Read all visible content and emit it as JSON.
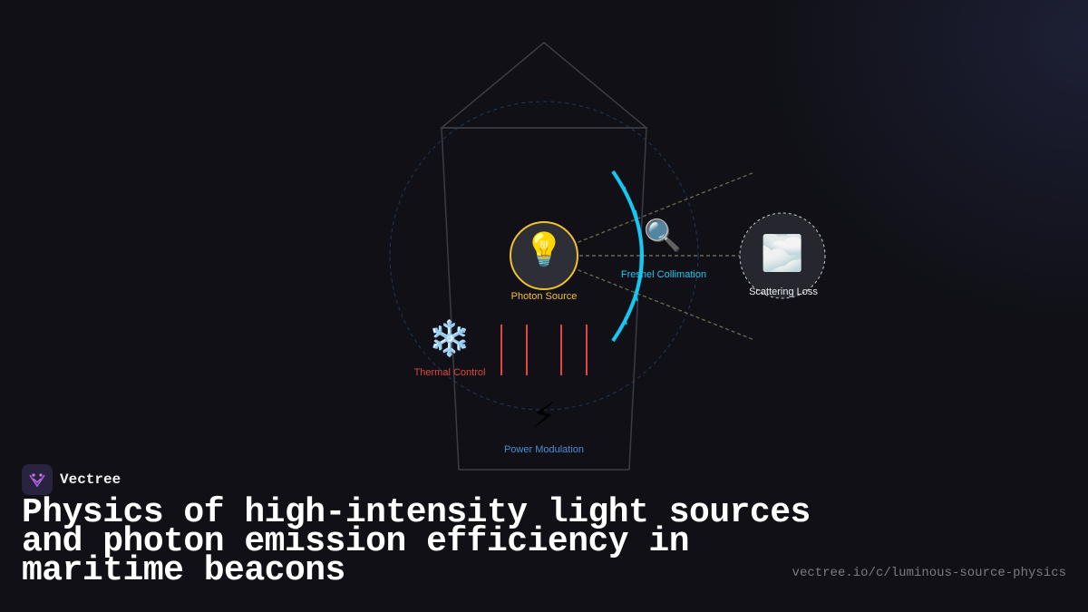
{
  "diagram": {
    "nodes": {
      "photon_source": {
        "label": "Photon Source",
        "icon": "light-bulb-icon",
        "glyph": "💡",
        "color": "#f2c12e"
      },
      "fresnel": {
        "label": "Fresnel Collimation",
        "icon": "magnifier-icon",
        "glyph": "🔍",
        "color": "#1ec8f0"
      },
      "scattering": {
        "label": "Scattering Loss",
        "icon": "fog-icon",
        "glyph": "🌫️",
        "color": "#e8e8ee"
      },
      "thermal": {
        "label": "Thermal Control",
        "icon": "snowflake-icon",
        "glyph": "❄️",
        "color": "#e0473e"
      },
      "power": {
        "label": "Power Modulation",
        "icon": "lightning-icon",
        "glyph": "⚡",
        "color": "#4a8fd8"
      }
    }
  },
  "brand": {
    "name": "Vectree",
    "logo_icon": "vectree-logo-icon"
  },
  "title": "Physics of high-intensity light sources and photon emission efficiency in maritime beacons",
  "url": "vectree.io/c/luminous-source-physics"
}
